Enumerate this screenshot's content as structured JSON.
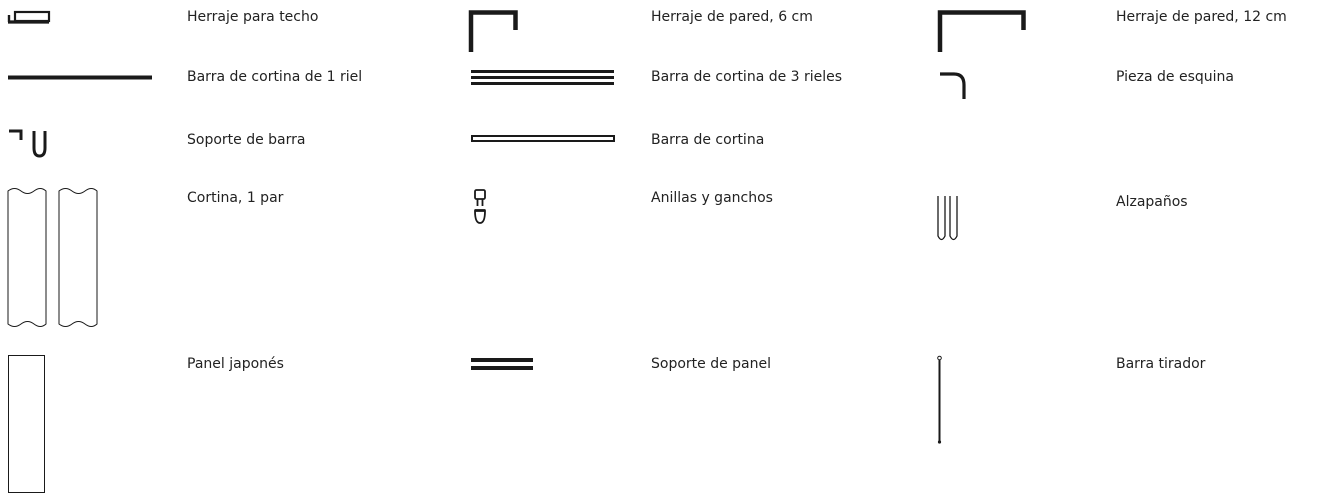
{
  "items": {
    "ceiling_mount": "Herraje para techo",
    "wall_mount_6": "Herraje de pared, 6 cm",
    "wall_mount_12": "Herraje de pared, 12 cm",
    "rail_1": "Barra de cortina de 1 riel",
    "rail_3": "Barra de cortina de 3 rieles",
    "corner_piece": "Pieza de esquina",
    "rod_support": "Soporte de barra",
    "curtain_rod": "Barra de cortina",
    "curtain_pair": "Cortina, 1 par",
    "rings_hooks": "Anillas y ganchos",
    "tiebacks": "Alzapaños",
    "japanese_panel": "Panel japonés",
    "panel_support": "Soporte de panel",
    "pull_rod": "Barra tirador"
  },
  "colors": {
    "stroke": "#1a1a1a",
    "text": "#222222",
    "background": "#ffffff"
  }
}
